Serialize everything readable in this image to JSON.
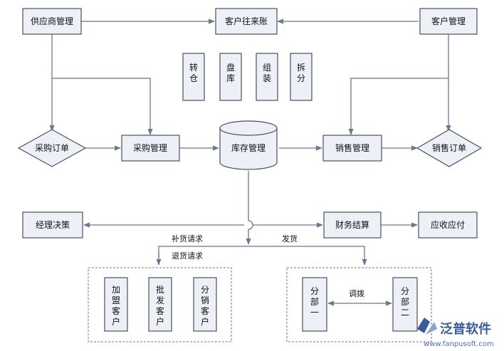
{
  "nodes": {
    "supplier_mgmt": "供应商管理",
    "customer_account": "客户往来账",
    "customer_mgmt": "客户管理",
    "transfer": "转仓",
    "stocktake": "盘库",
    "assemble": "组装",
    "disassemble": "拆分",
    "purchase_order": "采购订单",
    "purchase_mgmt": "采购管理",
    "inventory_mgmt": "库存管理",
    "sales_mgmt": "销售管理",
    "sales_order": "销售订单",
    "manager_decision": "经理决策",
    "finance_settlement": "财务结算",
    "receivable_payable": "应收应付",
    "franchise_customer": "加盟客户",
    "wholesale_customer": "批发客户",
    "distribution_customer": "分销客户",
    "branch_one": "分部一",
    "branch_two": "分部二"
  },
  "edge_labels": {
    "replenish_request": "补货请求",
    "return_request": "退货请求",
    "ship": "发货",
    "allocate": "调拨"
  },
  "logo": {
    "name": "泛普软件",
    "url": "www.fanpusoft.com"
  },
  "colors": {
    "node_fill": "#eef0f8",
    "node_stroke": "#4b4f5c",
    "arrow": "#6c7693",
    "logo": "#3b5c9c"
  }
}
